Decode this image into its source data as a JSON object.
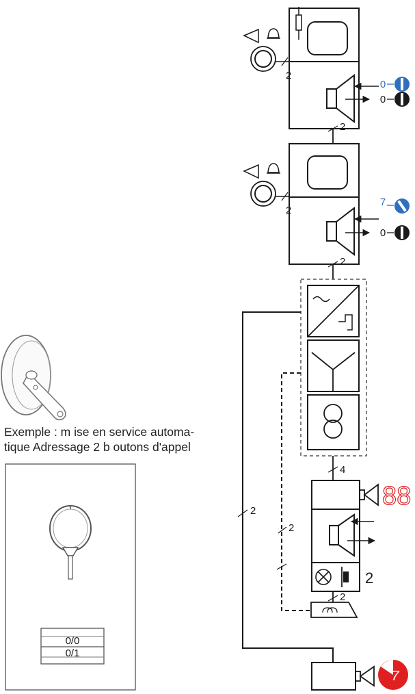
{
  "caption": {
    "line1": "Exemple : m ise en service automa-",
    "line2": "tique Adressage 2 b outons d'appel"
  },
  "labels": {
    "wire_count_2": "2",
    "wire_count_4": "4",
    "button_count": "2"
  },
  "station_1": {
    "addr_blue": "0",
    "addr_black": "0"
  },
  "station_2": {
    "addr_blue": "7",
    "addr_black": "0"
  },
  "door_panel": {
    "display": "88",
    "badge": "7"
  },
  "nameplate": {
    "row1": "0/0",
    "row2": "0/1"
  },
  "colors": {
    "line": "#1a1a1a",
    "blue": "#2f6fc0",
    "red": "#e02020",
    "panel_border": "#555555"
  }
}
